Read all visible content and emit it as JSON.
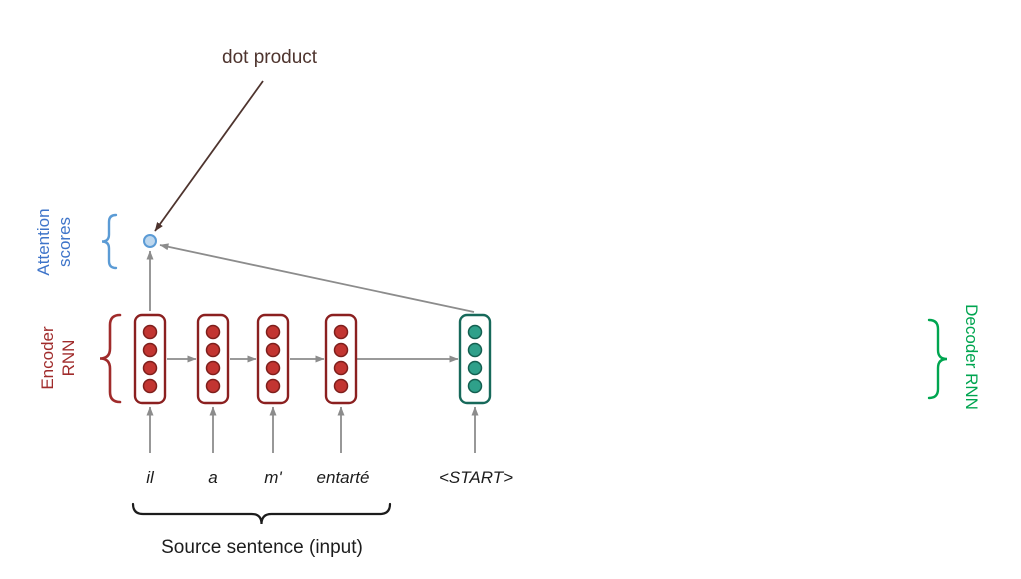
{
  "labels": {
    "dot_product": "dot product",
    "attention": [
      "Attention",
      "scores"
    ],
    "encoder": [
      "Encoder",
      "RNN"
    ],
    "decoder": "Decoder RNN",
    "source_sentence": "Source sentence (input)"
  },
  "tokens": {
    "source_words": [
      "il",
      "a",
      "m'",
      "entarté"
    ],
    "start": "<START>"
  },
  "nodes": {
    "encoder_states": 4,
    "decoder_states": 1,
    "units_per_state": 4,
    "attention_score_dots": 1
  },
  "colors": {
    "arrow_gray": "#8c8c8c",
    "dot_product_brown": "#4e342e",
    "encoder_box": "#8b2020",
    "encoder_dot": "#c23531",
    "encoder_dot_stroke": "#7e1f1c",
    "decoder_box": "#17695a",
    "decoder_dot": "#2fa08a",
    "decoder_dot_stroke": "#145f50",
    "attention_dot_fill": "#bdd7ee",
    "attention_dot_stroke": "#5b9bd5",
    "attention_brace": "#5b9bd5",
    "attention_blue_text": "#3e74c9",
    "encoder_red_text": "#a02b2b",
    "decoder_green": "#00a550",
    "text_black": "#1c1c1c"
  }
}
